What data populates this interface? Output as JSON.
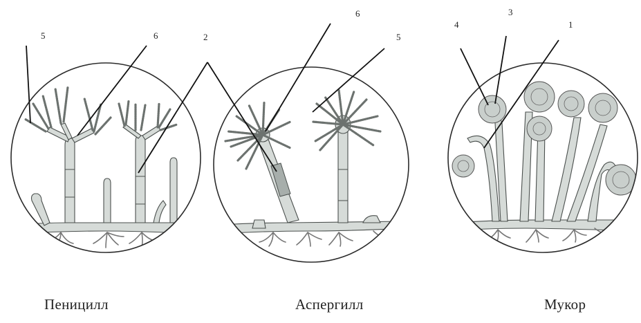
{
  "figure": {
    "captions": {
      "penicillium": "Пеницилл",
      "aspergillus": "Аспергилл",
      "mucor": "Мукор"
    },
    "labels": {
      "penicillium_5": "5",
      "penicillium_6": "6",
      "shared_2": "2",
      "aspergillus_6": "6",
      "aspergillus_5": "5",
      "mucor_4": "4",
      "mucor_3": "3",
      "mucor_1": "1"
    }
  },
  "colors": {
    "hyphae_fill": "#d6dbd8",
    "outline": "#2b2b2b",
    "pointer": "#111111",
    "background": "#ffffff"
  }
}
